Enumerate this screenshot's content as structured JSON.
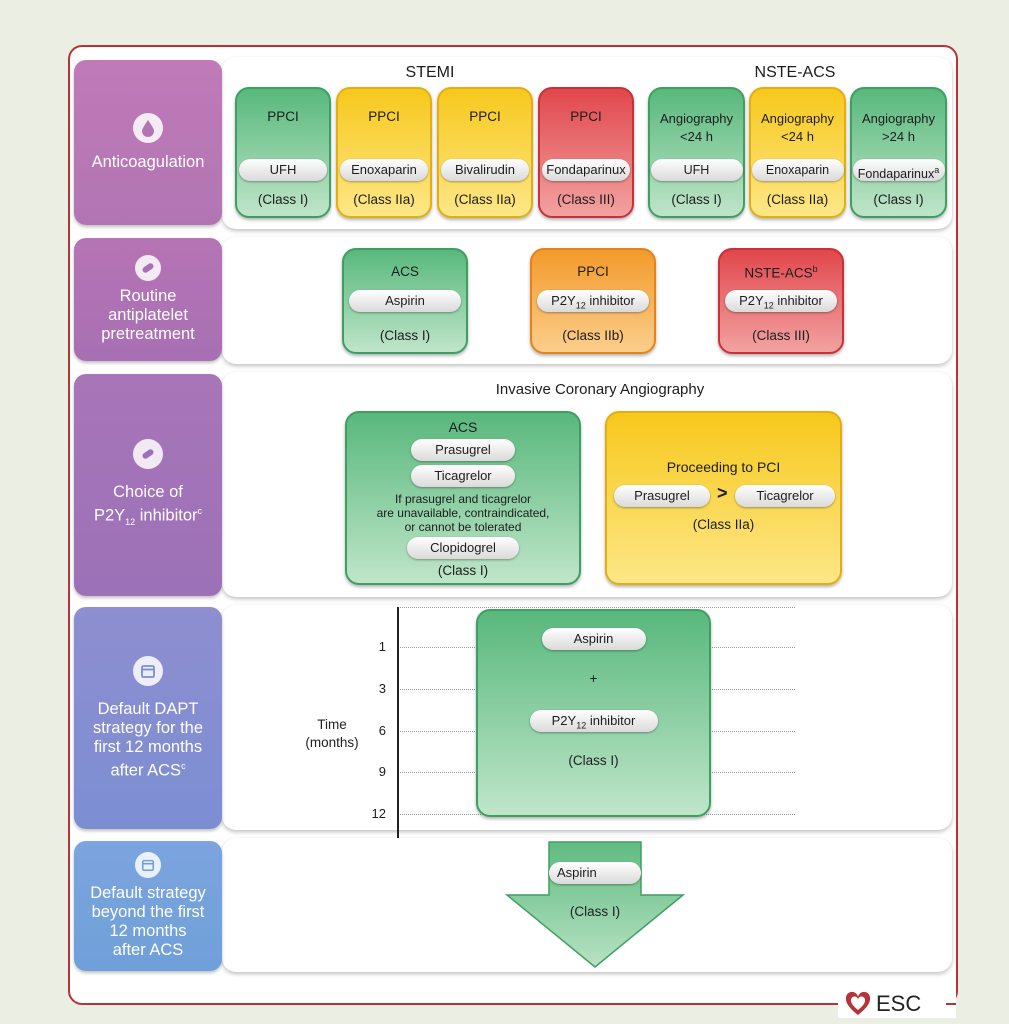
{
  "rows": {
    "anticoagulation": "Anticoagulation",
    "pretreatment": [
      "Routine",
      "antiplatelet",
      "pretreatment"
    ],
    "choice": [
      "Choice of",
      "P2Y",
      "12",
      " inhibitor",
      "c"
    ],
    "dapt": [
      "Default DAPT",
      "strategy for the",
      "first 12 months",
      "after ACS",
      "c"
    ],
    "beyond": [
      "Default strategy",
      "beyond the first",
      "12 months",
      "after ACS"
    ]
  },
  "anticoag": {
    "stemi_header": "STEMI",
    "nste_header": "NSTE-ACS",
    "stemi": [
      {
        "top": "PPCI",
        "drug": "UFH",
        "cls": "(Class I)",
        "color": "green"
      },
      {
        "top": "PPCI",
        "drug": "Enoxaparin",
        "cls": "(Class IIa)",
        "color": "yellow"
      },
      {
        "top": "PPCI",
        "drug": "Bivalirudin",
        "cls": "(Class IIa)",
        "color": "yellow"
      },
      {
        "top": "PPCI",
        "drug": "Fondaparinux",
        "cls": "(Class III)",
        "color": "red"
      }
    ],
    "nste": [
      {
        "top1": "Angiography",
        "top2": "<24 h",
        "drug": "UFH",
        "cls": "(Class I)",
        "color": "green"
      },
      {
        "top1": "Angiography",
        "top2": "<24 h",
        "drug": "Enoxaparin",
        "cls": "(Class IIa)",
        "color": "yellow"
      },
      {
        "top1": "Angiography",
        "top2": ">24 h",
        "drug": "Fondaparinux",
        "sup": "a",
        "cls": "(Class I)",
        "color": "green"
      }
    ]
  },
  "pretreat": [
    {
      "top": "ACS",
      "drug": "Aspirin",
      "cls": "(Class I)"
    },
    {
      "top": "PPCI",
      "drug_pre": "P2Y",
      "drug_sub": "12",
      "drug_post": " inhibitor",
      "cls": "(Class IIb)"
    },
    {
      "top": "NSTE-ACS",
      "top_sup": "b",
      "drug_pre": "P2Y",
      "drug_sub": "12",
      "drug_post": " inhibitor",
      "cls": "(Class III)"
    }
  ],
  "choice": {
    "header": "Invasive Coronary Angiography",
    "acs": "ACS",
    "prasugrel": "Prasugrel",
    "ticagrelor": "Ticagrelor",
    "note": [
      "If prasugrel and ticagrelor",
      "are unavailable, contraindicated,",
      "or cannot be tolerated"
    ],
    "clopidogrel": "Clopidogrel",
    "cls1": "(Class I)",
    "pci_title": "Proceeding to PCI",
    "gt": ">",
    "cls2": "(Class IIa)"
  },
  "dapt": {
    "time_label": [
      "Time",
      "(months)"
    ],
    "ticks": [
      "1",
      "3",
      "6",
      "9",
      "12"
    ],
    "aspirin": "Aspirin",
    "plus": "+",
    "p2y_pre": "P2Y",
    "p2y_sub": "12",
    "p2y_post": " inhibitor",
    "cls": "(Class I)"
  },
  "beyond": {
    "aspirin": "Aspirin",
    "cls": "(Class I)"
  },
  "logo": "ESC",
  "colors": {
    "frame": "#b5343a",
    "green": "#58b87c",
    "yellow": "#f7c81c",
    "red": "#e1474c",
    "orange": "#f39a2b",
    "purple": "#a76fb4",
    "blue": "#6fa0d9"
  }
}
